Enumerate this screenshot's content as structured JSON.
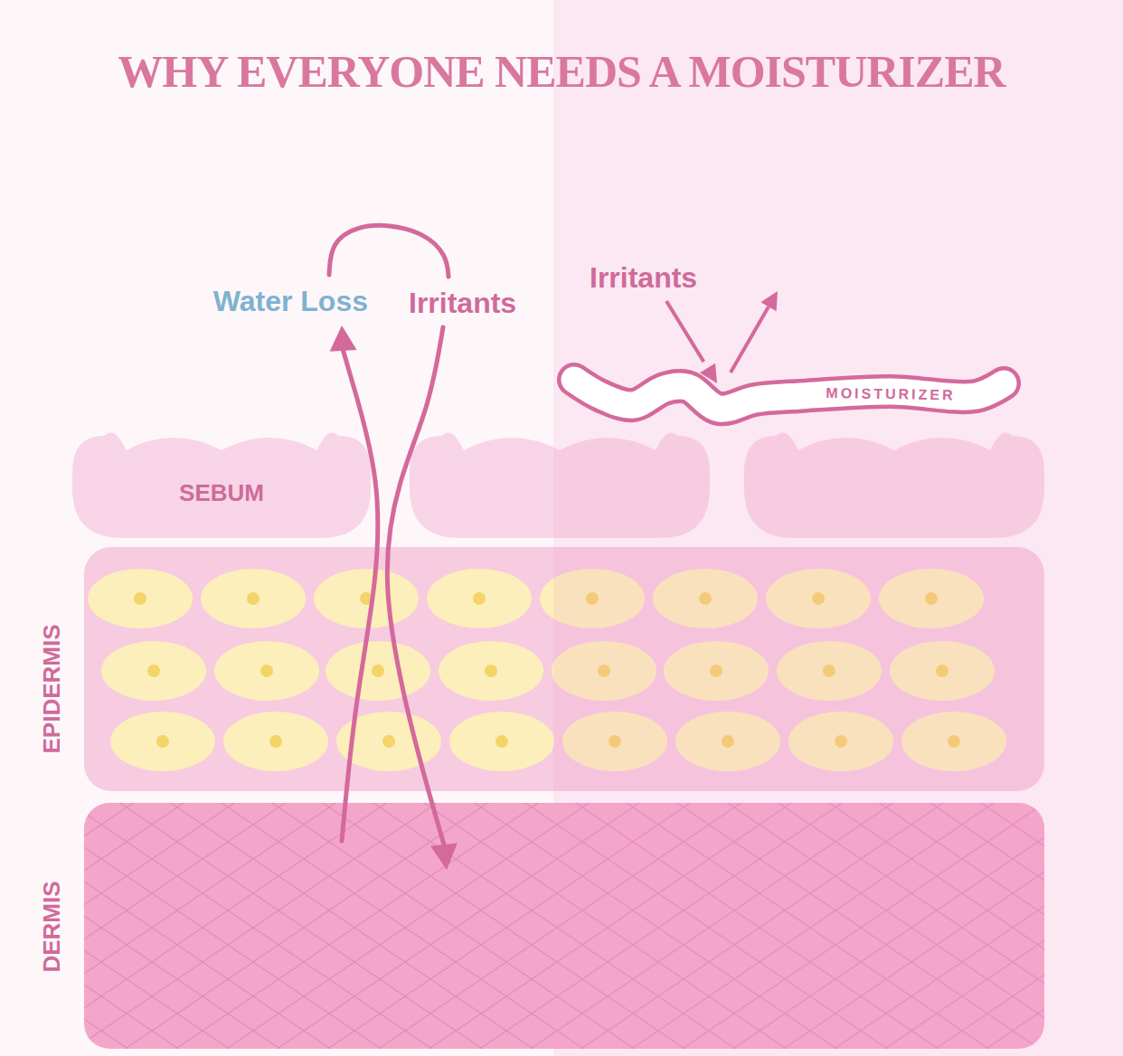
{
  "diagram": {
    "title": "WHY EVERYONE NEEDS A MOISTURIZER",
    "nodes": [
      {
        "text": [
          "MOISTURIZER"
        ]
      },
      {
        "text": [
          "SEBUM"
        ]
      },
      {
        "text": [
          "EPIDERMIS"
        ]
      },
      {
        "text": [
          "DERMIS"
        ]
      }
    ],
    "labels": [
      "Water Loss",
      "Irritants",
      "Irritants"
    ]
  }
}
